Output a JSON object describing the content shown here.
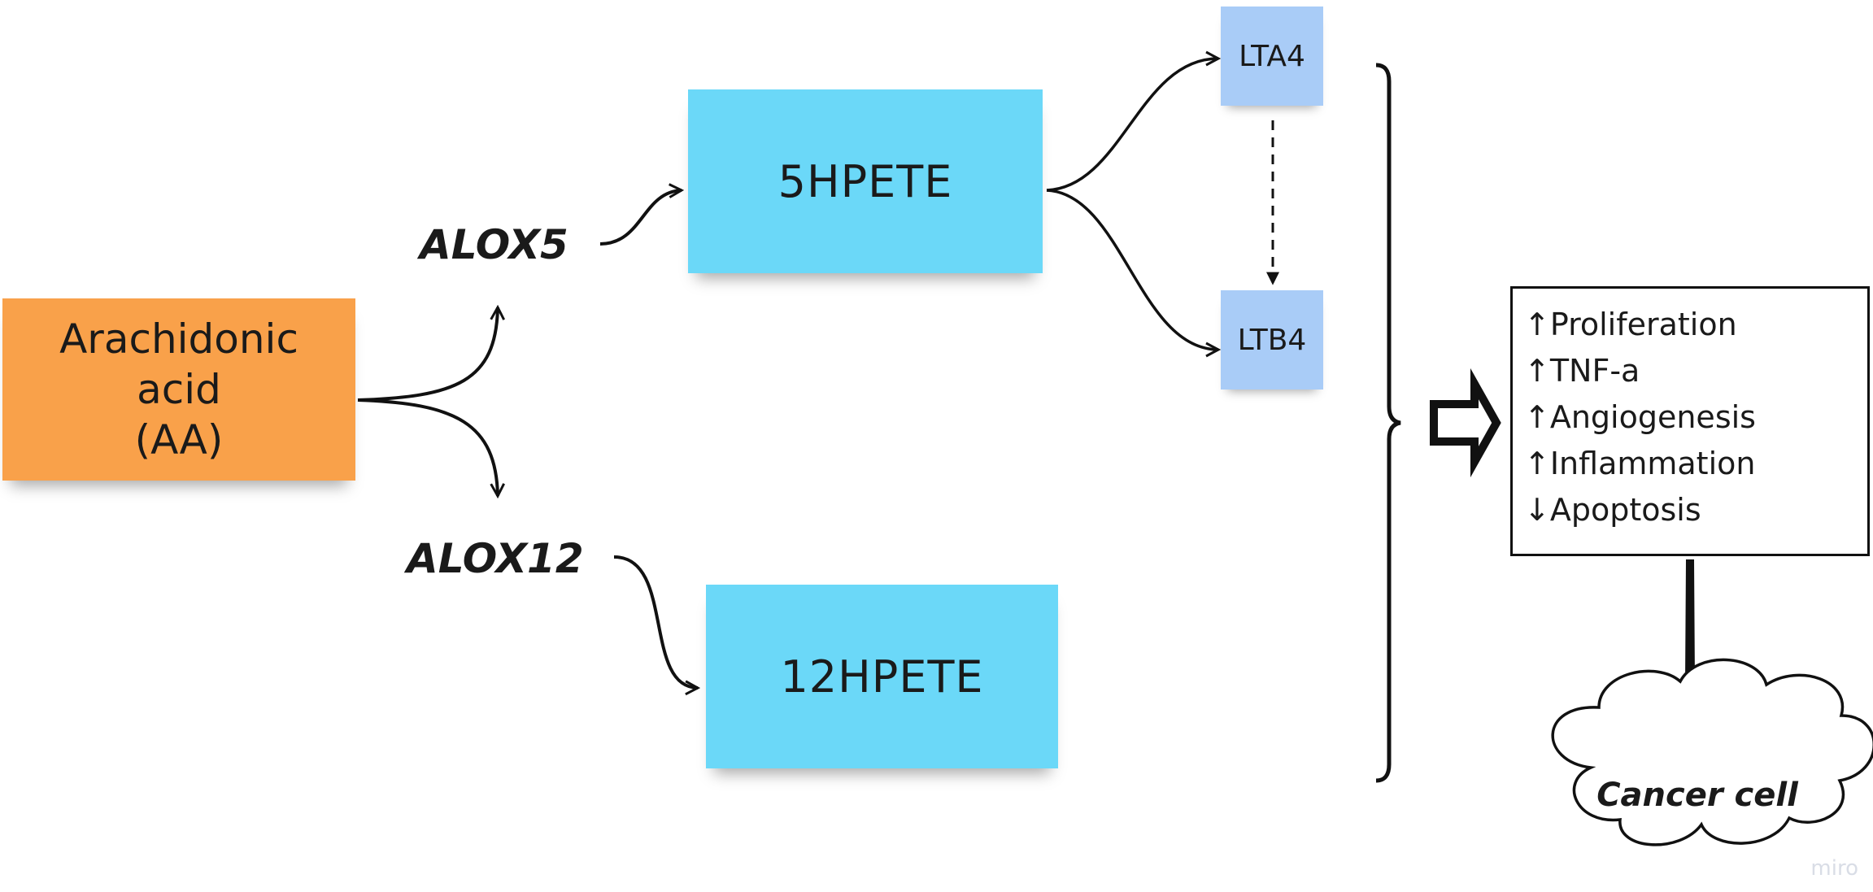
{
  "nodes": {
    "arachidonic": [
      "Arachidonic",
      "acid",
      "(AA)"
    ],
    "alox5": "ALOX5",
    "alox12": "ALOX12",
    "hpete5": "5HPETE",
    "hpete12": "12HPETE",
    "lta4": "LTA4",
    "ltb4": "LTB4",
    "cancer_cell": "Cancer cell"
  },
  "effects": [
    {
      "arrow": "↑",
      "label": "Proliferation"
    },
    {
      "arrow": "↑",
      "label": "TNF-a"
    },
    {
      "arrow": "↑",
      "label": "Angiogenesis"
    },
    {
      "arrow": "↑",
      "label": "Inflammation"
    },
    {
      "arrow": "↓",
      "label": "Apoptosis"
    }
  ],
  "watermark": "miro",
  "colors": {
    "orange_note": "#f9a14a",
    "cyan_note": "#6bd8f8",
    "blue_note": "#a9ccf7"
  }
}
